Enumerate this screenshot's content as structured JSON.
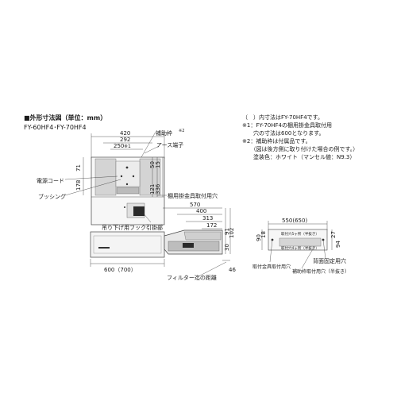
{
  "header": {
    "title": "■外形寸法図（単位：mm）",
    "models": "FY-60HF4･FY-70HF4"
  },
  "notes": [
    "（　）内寸法はFY-70HF4です。",
    "※1：FY-70HF4の棚用掛金具取付用",
    "　　穴の寸法は600となります。",
    "※2：補助枠は付属品です。",
    "　　（図は後方側に取り付けた場合の例です。）",
    "　　塗装色：ホワイト（マンセル値：N9.3）"
  ],
  "top_view": {
    "dims": [
      "420",
      "292",
      "250",
      "※1",
      "71",
      "178",
      "50",
      "15",
      "121",
      "336"
    ],
    "labels": {
      "hojowaku": "補助枠",
      "hojowaku_mark": "※2",
      "earth": "アース端子",
      "cord": "電源コード",
      "bushing": "ブッシング",
      "tana": "棚用掛金具取付用穴",
      "hook": "吊り下げ用フック引掛部"
    }
  },
  "front_view": {
    "width": "600（700）"
  },
  "side_view": {
    "dims": [
      "570",
      "400",
      "313",
      "172",
      "91",
      "102",
      "30",
      "46",
      "18"
    ],
    "filter": "フィルター迄の距離"
  },
  "rear_view": {
    "width": "550(650)",
    "dims": [
      "90",
      "27",
      "94"
    ],
    "labels": {
      "top_hole": "取付穴5ヶ所（半抜き）",
      "bottom_hole": "取付穴4ヶ所（半抜き）",
      "back_fix": "背面固定用穴",
      "mount": "取付金具取付用穴",
      "aux": "補助枠取付用穴（半抜き）"
    }
  }
}
